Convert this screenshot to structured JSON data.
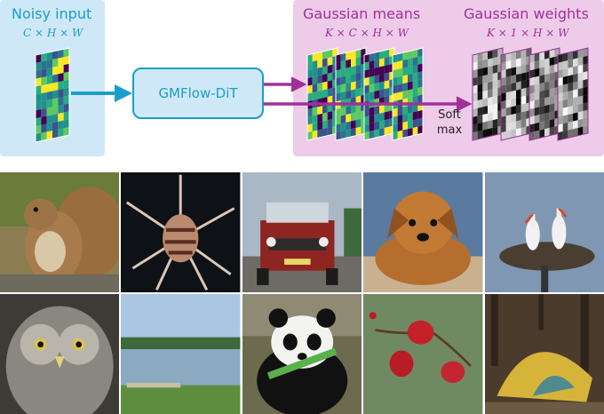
{
  "input": {
    "title": "Noisy input",
    "dims": "C × H × W"
  },
  "model": {
    "label": "GMFlow-DiT"
  },
  "means": {
    "title": "Gaussian means",
    "dims": "K × C × H × W"
  },
  "weights": {
    "title": "Gaussian weights",
    "dims": "K × 1 × H × W"
  },
  "softmax": {
    "line1": "Soft",
    "line2": "max"
  },
  "colors": {
    "input_accent": "#1a9ec9",
    "output_accent": "#a0309a",
    "input_bg": "#cfe8f7",
    "output_bg": "#eecbe8"
  },
  "photos": [
    {
      "subject": "squirrel"
    },
    {
      "subject": "lionfish"
    },
    {
      "subject": "land-rover"
    },
    {
      "subject": "terrier-puppy"
    },
    {
      "subject": "storks-nest"
    },
    {
      "subject": "owl"
    },
    {
      "subject": "lake"
    },
    {
      "subject": "panda"
    },
    {
      "subject": "rose-hips"
    },
    {
      "subject": "tent"
    }
  ]
}
